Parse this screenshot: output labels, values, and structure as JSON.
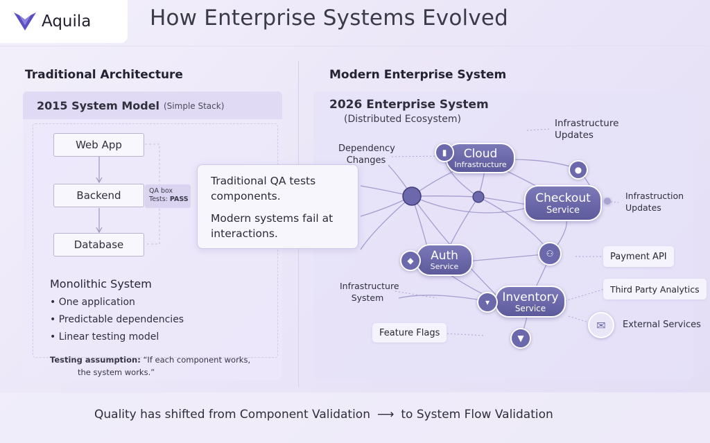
{
  "brand": {
    "name": "Aquila",
    "color": "#5b4fc4"
  },
  "title": "How Enterprise Systems Evolved",
  "left": {
    "section_title": "Traditional Architecture",
    "panel_title": "2015 System Model",
    "panel_subtitle": "(Simple Stack)",
    "stack": [
      "Web App",
      "Backend",
      "Database"
    ],
    "qa_box": {
      "line1": "QA box",
      "line2_prefix": "Tests: ",
      "line2_result": "PASS"
    },
    "mono_title": "Monolithic System",
    "bullets": [
      "One application",
      "Predictable dependencies",
      "Linear testing model"
    ],
    "assumption_label": "Testing assumption:",
    "assumption_text": "“If each component works,",
    "assumption_text2": "the system works.”"
  },
  "callout": {
    "line1": "Traditional QA tests components.",
    "line2": "Modern systems fail at interactions."
  },
  "right": {
    "section_title": "Modern Enterprise System",
    "panel_title": "2026 Enterprise System",
    "panel_subtitle": "(Distributed Ecosystem)",
    "nodes": {
      "cloud": {
        "name": "Cloud",
        "sub": "Infrastructure"
      },
      "checkout": {
        "name": "Checkout",
        "sub": "Service"
      },
      "auth": {
        "name": "Auth",
        "sub": "Service"
      },
      "inventory": {
        "name": "Inventory",
        "sub": "Service"
      }
    },
    "labels": {
      "dependency": "Dependency Changes",
      "infra_updates_top": "Infrastructure Updates",
      "infra_updates_right": "Infrastruction Updates",
      "infra_system": "Infrastructure System",
      "feature_flags": "Feature Flags"
    },
    "external": {
      "payment": "Payment API",
      "analytics": "Third Party Analytics",
      "services": "External Services"
    }
  },
  "footer": {
    "from": "Quality has shifted from Component Validation",
    "arrow": "⟶",
    "to": "to System Flow Validation"
  },
  "colors": {
    "node": "#6b68ab",
    "panel": "#e0daf4",
    "accent": "#5d5a9c"
  }
}
